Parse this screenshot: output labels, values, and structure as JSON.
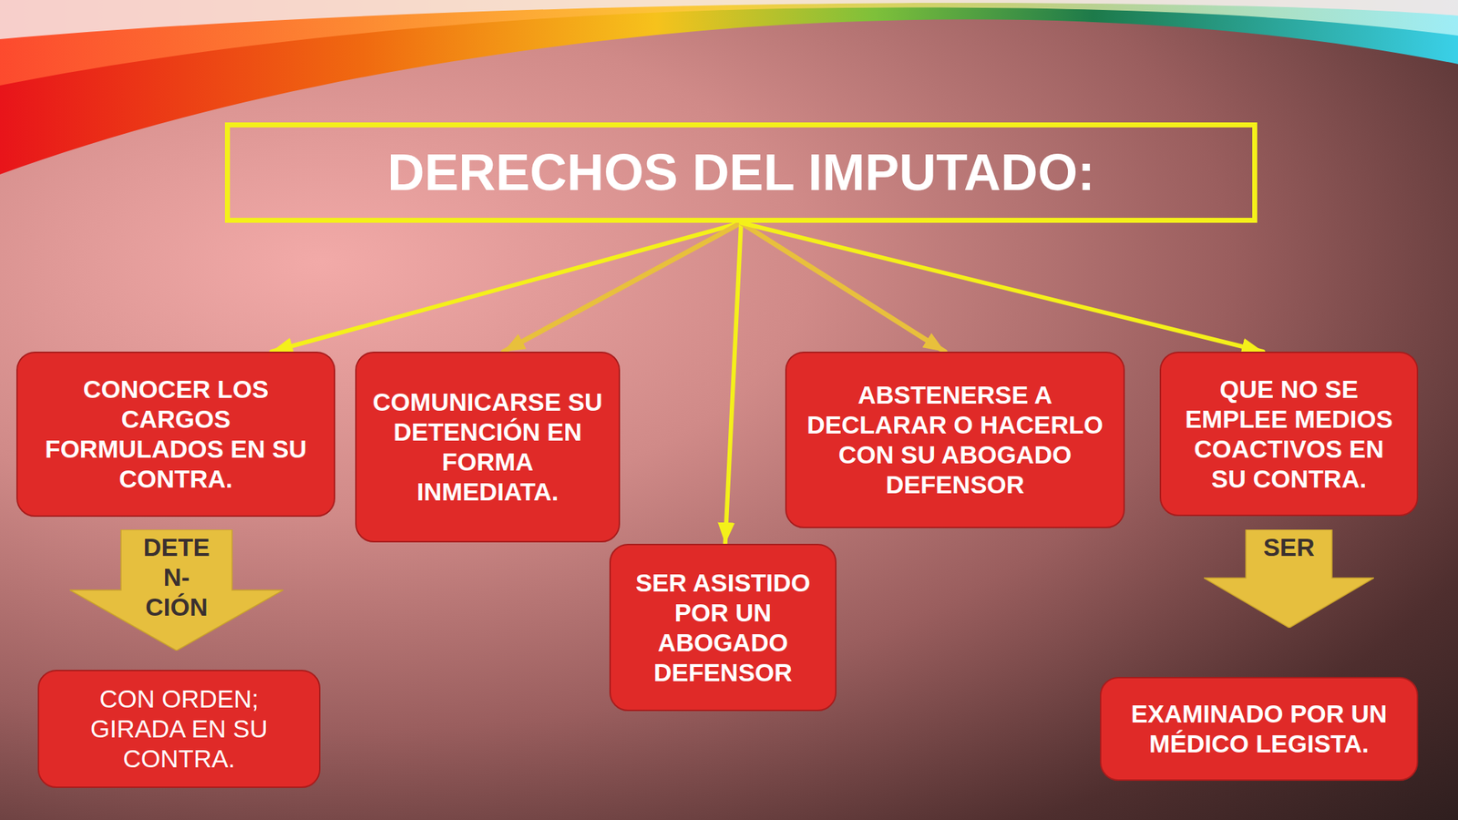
{
  "diagram": {
    "nodes": [
      {
        "text": [
          "DERECHOS DEL IMPUTADO:"
        ]
      },
      {
        "text": [
          "CONOCER LOS CARGOS FORMULADOS EN SU CONTRA."
        ]
      },
      {
        "text": [
          "DETE N- CIÓN"
        ]
      },
      {
        "text": [
          "CON ORDEN; GIRADA EN SU CONTRA."
        ]
      },
      {
        "text": [
          "COMUNICARSE SU DETENCIÓN EN FORMA INMEDIATA."
        ]
      },
      {
        "text": [
          "SER ASISTIDO POR UN ABOGADO DEFENSOR"
        ]
      },
      {
        "text": [
          "ABSTENERSE A DECLARAR O HACERLO CON SU ABOGADO DEFENSOR"
        ]
      },
      {
        "text": [
          "QUE NO SE EMPLEE MEDIOS COACTIVOS EN SU CONTRA."
        ]
      },
      {
        "text": [
          "SER"
        ]
      },
      {
        "text": [
          "EXAMINADO POR UN MÉDICO LEGISTA."
        ]
      }
    ],
    "edges": [
      {
        "from": 0,
        "to": 1,
        "arrow": "to"
      },
      {
        "from": 0,
        "to": 4,
        "arrow": "to"
      },
      {
        "from": 0,
        "to": 5,
        "arrow": "to"
      },
      {
        "from": 0,
        "to": 6,
        "arrow": "to"
      },
      {
        "from": 0,
        "to": 7,
        "arrow": "to"
      }
    ]
  }
}
